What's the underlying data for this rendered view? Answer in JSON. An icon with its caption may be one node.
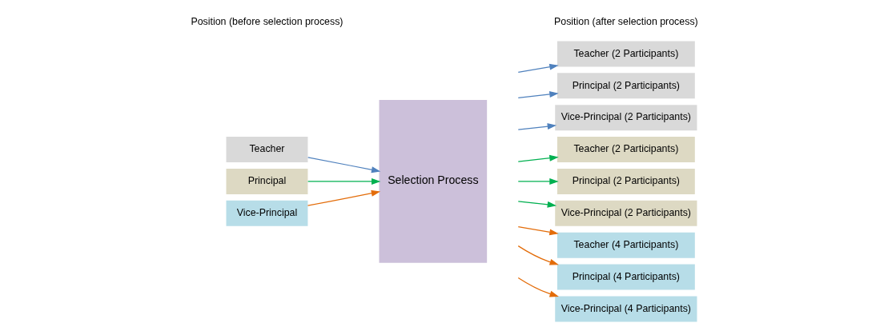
{
  "diagram": {
    "nodes": [
      {
        "text": [
          "Teacher"
        ]
      },
      {
        "text": [
          "Principal"
        ]
      },
      {
        "text": [
          "Vice-Principal"
        ]
      },
      {
        "text": [
          "Selection Process"
        ]
      },
      {
        "text": [
          "Teacher (2 Participants)"
        ]
      },
      {
        "text": [
          "Principal (2 Participants)"
        ]
      },
      {
        "text": [
          "Vice-Principal (2 Participants)"
        ]
      },
      {
        "text": [
          "Teacher (2 Participants)"
        ]
      },
      {
        "text": [
          "Principal (2 Participants)"
        ]
      },
      {
        "text": [
          "Vice-Principal (2 Participants)"
        ]
      },
      {
        "text": [
          "Teacher (4 Participants)"
        ]
      },
      {
        "text": [
          "Principal (4 Participants)"
        ]
      },
      {
        "text": [
          "Vice-Principal (4 Participants)"
        ]
      }
    ],
    "edges": [
      {
        "from": 0,
        "to": 3,
        "arrow": "to",
        "color": "#4f81bd"
      },
      {
        "from": 1,
        "to": 3,
        "arrow": "to",
        "color": "#00b050"
      },
      {
        "from": 2,
        "to": 3,
        "arrow": "to",
        "color": "#e36c09"
      },
      {
        "from": null,
        "to": 4,
        "arrow": "to",
        "color": "#4f81bd"
      },
      {
        "from": null,
        "to": 5,
        "arrow": "to",
        "color": "#4f81bd"
      },
      {
        "from": null,
        "to": 6,
        "arrow": "to",
        "color": "#4f81bd"
      },
      {
        "from": null,
        "to": 7,
        "arrow": "to",
        "color": "#00b050"
      },
      {
        "from": null,
        "to": 8,
        "arrow": "to",
        "color": "#00b050"
      },
      {
        "from": null,
        "to": 9,
        "arrow": "to",
        "color": "#00b050"
      },
      {
        "from": null,
        "to": 10,
        "arrow": "to",
        "color": "#e36c09"
      },
      {
        "from": null,
        "to": 11,
        "arrow": "to",
        "color": "#e36c09"
      },
      {
        "from": null,
        "to": 12,
        "arrow": "to",
        "color": "#e36c09"
      }
    ],
    "labels": [
      "Position (before selection process)",
      "Position (after selection process)"
    ]
  }
}
